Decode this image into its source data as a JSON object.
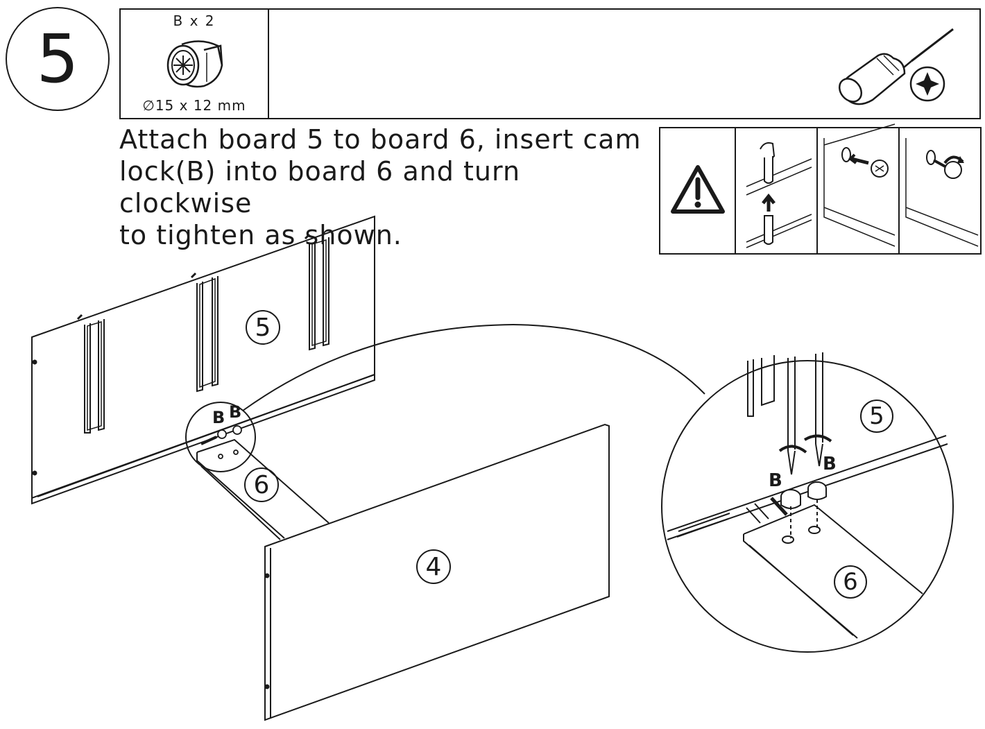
{
  "step": {
    "number": "5"
  },
  "parts": {
    "quantity_label": "B x 2",
    "size_label": "∅15 x 12 mm",
    "icon": "cam-lock-icon"
  },
  "tools": {
    "icons": [
      "screwdriver-icon",
      "phillips-head-icon"
    ]
  },
  "instruction": {
    "lines": [
      "Attach board 5 to board 6, insert cam",
      "lock(B) into board 6 and turn clockwise",
      "to tighten as shown."
    ]
  },
  "warning": {
    "icons": [
      "warning-triangle-icon",
      "insert-dowel-icon",
      "insert-cam-lock-icon",
      "turn-cam-lock-icon"
    ]
  },
  "boards": {
    "board_5": "5",
    "board_6": "6",
    "board_4": "4"
  },
  "detail": {
    "board_5": "5",
    "board_6": "6",
    "part_b_left": "B",
    "part_b_right": "B"
  },
  "overview_parts": {
    "b_left": "B",
    "b_right": "B"
  }
}
